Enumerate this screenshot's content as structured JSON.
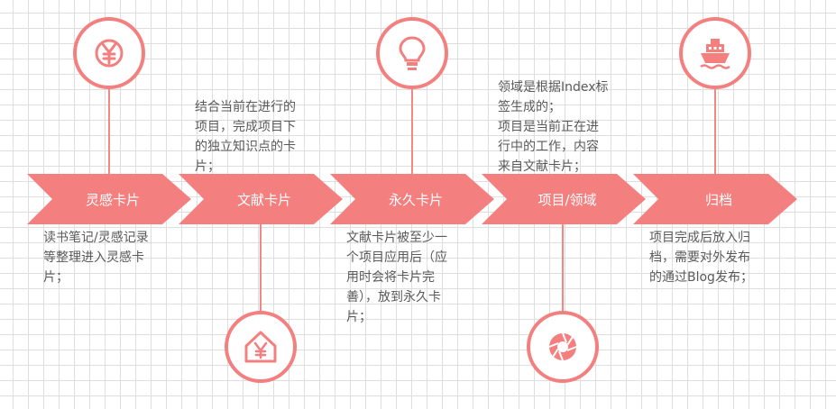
{
  "colors": {
    "accent": "#f47f7f",
    "text": "#5a5a5a"
  },
  "stages": [
    {
      "label": "灵感卡片",
      "description": "读书笔记/灵感记录\n等整理进入灵感卡\n片；",
      "icon": "yen-coin-icon"
    },
    {
      "label": "文献卡片",
      "description": "结合当前在进行的\n项目，完成项目下\n的独立知识点的卡\n片；",
      "icon": "yen-house-icon"
    },
    {
      "label": "永久卡片",
      "description": "文献卡片被至少一\n个项目应用后（应\n用时会将卡片完\n善），放到永久卡\n片；",
      "icon": "light-bulb-icon"
    },
    {
      "label": "项目/领域",
      "description": "领域是根据Index标\n签生成的；\n项目是当前正在进\n行中的工作，内容\n来自文献卡片；",
      "icon": "aperture-icon"
    },
    {
      "label": "归档",
      "description": "项目完成后放入归\n档，需要对外发布\n的通过Blog发布；",
      "icon": "ship-icon"
    }
  ]
}
